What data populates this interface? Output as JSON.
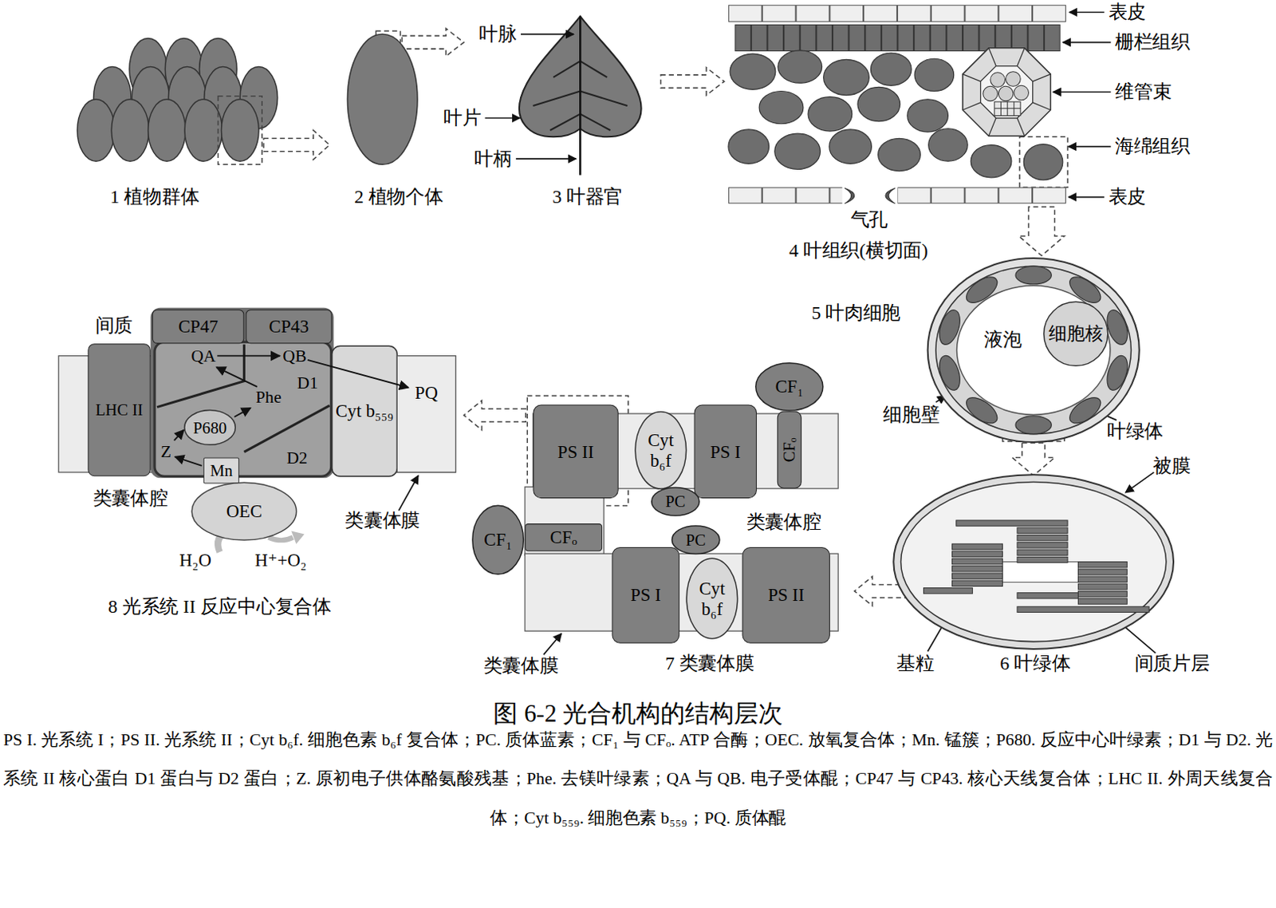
{
  "diagram": {
    "caption": "图 6-2 光合机构的结构层次",
    "nodes": [
      {
        "text": [
          "液泡"
        ]
      },
      {
        "text": [
          "细胞核"
        ],
        "in": 0
      },
      {
        "text": [
          "PS II"
        ]
      },
      {
        "text": [
          "Cyt b₆f"
        ]
      },
      {
        "text": [
          "PS I"
        ]
      },
      {
        "text": [
          "CF₁"
        ]
      },
      {
        "text": [
          "CFₒ"
        ]
      },
      {
        "text": [
          "PC"
        ]
      },
      {
        "text": [
          "CF₁"
        ]
      },
      {
        "text": [
          "CFₒ"
        ]
      },
      {
        "text": [
          "PC"
        ]
      },
      {
        "text": [
          "PS I"
        ]
      },
      {
        "text": [
          "Cyt b₆f"
        ]
      },
      {
        "text": [
          "PS II"
        ]
      },
      {
        "text": [
          "LHC II"
        ]
      },
      {
        "text": [
          "CP47"
        ]
      },
      {
        "text": [
          "CP43"
        ]
      },
      {
        "text": [
          "QA",
          "QB",
          "Phe",
          "D1",
          "D2",
          "Z"
        ]
      },
      {
        "text": [
          "P680"
        ],
        "in": 17
      },
      {
        "text": [
          "Mn"
        ],
        "in": 17
      },
      {
        "text": [
          "OEC"
        ]
      },
      {
        "text": [
          "Cyt b₅₅₉"
        ]
      },
      {
        "text": [
          "PQ"
        ]
      }
    ],
    "labels": [
      "叶脉",
      "叶片",
      "叶柄",
      "1 植物群体",
      "2 植物个体",
      "3 叶器官",
      "表皮",
      "栅栏组织",
      "维管束",
      "海绵组织",
      "表皮",
      "气孔",
      "4 叶组织(横切面)",
      "5 叶肉细胞",
      "细胞壁",
      "叶绿体",
      "被膜",
      "基粒",
      "6 叶绿体",
      "间质片层",
      "类囊体腔",
      "类囊体膜",
      "7 类囊体膜",
      "间质",
      "类囊体腔",
      "H₂O",
      "H⁺+O₂",
      "类囊体膜",
      "8 光系统 II 反应中心复合体",
      "PS I. 光系统 I；PS II. 光系统 II；Cyt b₆f. 细胞色素 b₆f 复合体；PC. 质体蓝素；CF₁ 与 CFₒ. ATP 合酶；OEC. 放氧复合体；Mn. 锰簇；P680. 反应中心叶绿素；D1 与 D2. 光系统 II 核心蛋白 D1 蛋白与 D2 蛋白；Z. 原初电子供体酪氨酸残基；Phe. 去镁叶绿素；QA 与 QB. 电子受体醌；CP47 与 CP43. 核心天线复合体；LHC II. 外周天线复合体；Cyt b₅₅₉. 细胞色素 b₅₅₉；PQ. 质体醌"
    ]
  }
}
